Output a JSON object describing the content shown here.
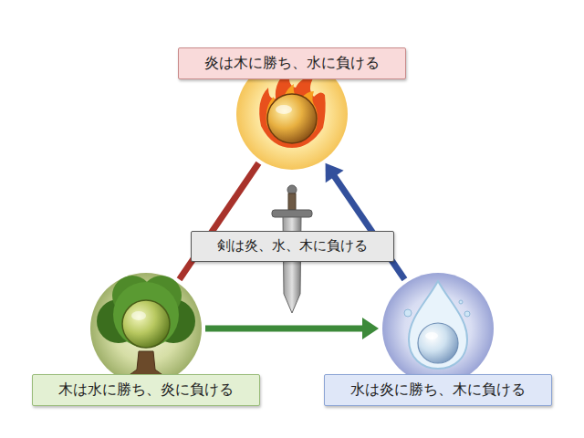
{
  "diagram": {
    "nodes": [
      {
        "text": [
          "炎は木に勝ち、水に負ける"
        ]
      },
      {
        "text": [
          "剣は炎、水、木に負ける"
        ]
      },
      {
        "text": [
          "木は水に勝ち、炎に負ける"
        ]
      },
      {
        "text": [
          "水は炎に勝ち、木に負ける"
        ]
      }
    ],
    "edges": [
      {
        "from": 0,
        "to": 2,
        "arrow": "none"
      },
      {
        "from": 2,
        "to": 3,
        "arrow": "to"
      },
      {
        "from": 3,
        "to": 0,
        "arrow": "to"
      }
    ]
  }
}
